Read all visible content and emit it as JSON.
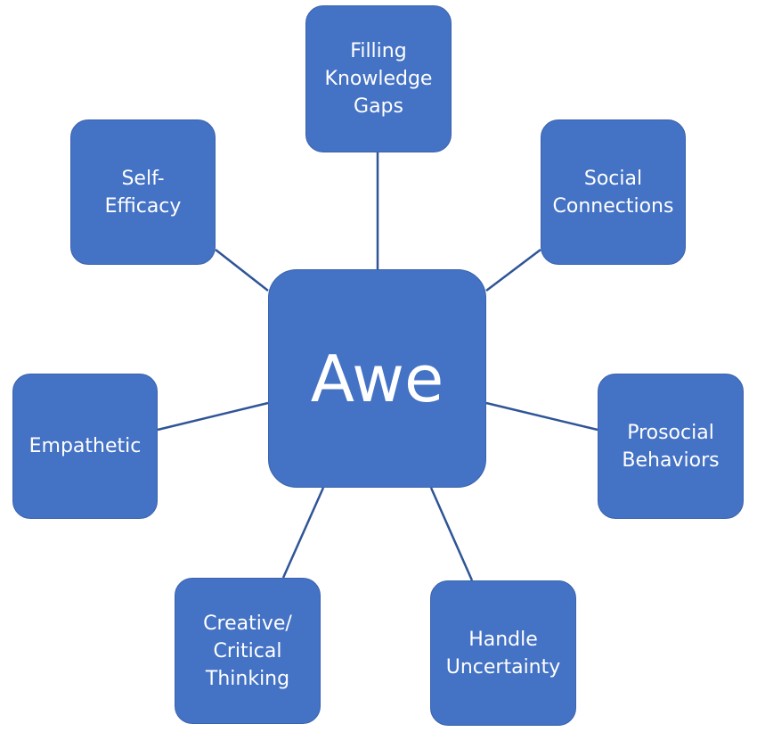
{
  "diagram": {
    "center": {
      "label": "Awe"
    },
    "nodes": {
      "knowledge": {
        "lines": [
          "Filling",
          "Knowledge",
          "Gaps"
        ]
      },
      "selfeff": {
        "lines": [
          "Self-",
          "Efficacy"
        ]
      },
      "social": {
        "lines": [
          "Social",
          "Connections"
        ]
      },
      "empathetic": {
        "lines": [
          "Empathetic"
        ]
      },
      "prosocial": {
        "lines": [
          "Prosocial",
          "Behaviors"
        ]
      },
      "creative": {
        "lines": [
          "Creative/",
          "Critical",
          "Thinking"
        ]
      },
      "handle": {
        "lines": [
          "Handle",
          "Uncertainty"
        ]
      }
    },
    "colors": {
      "node_fill": "#4472c4",
      "node_border": "#3b63ad",
      "connector": "#2f5597",
      "text": "#ffffff"
    }
  }
}
